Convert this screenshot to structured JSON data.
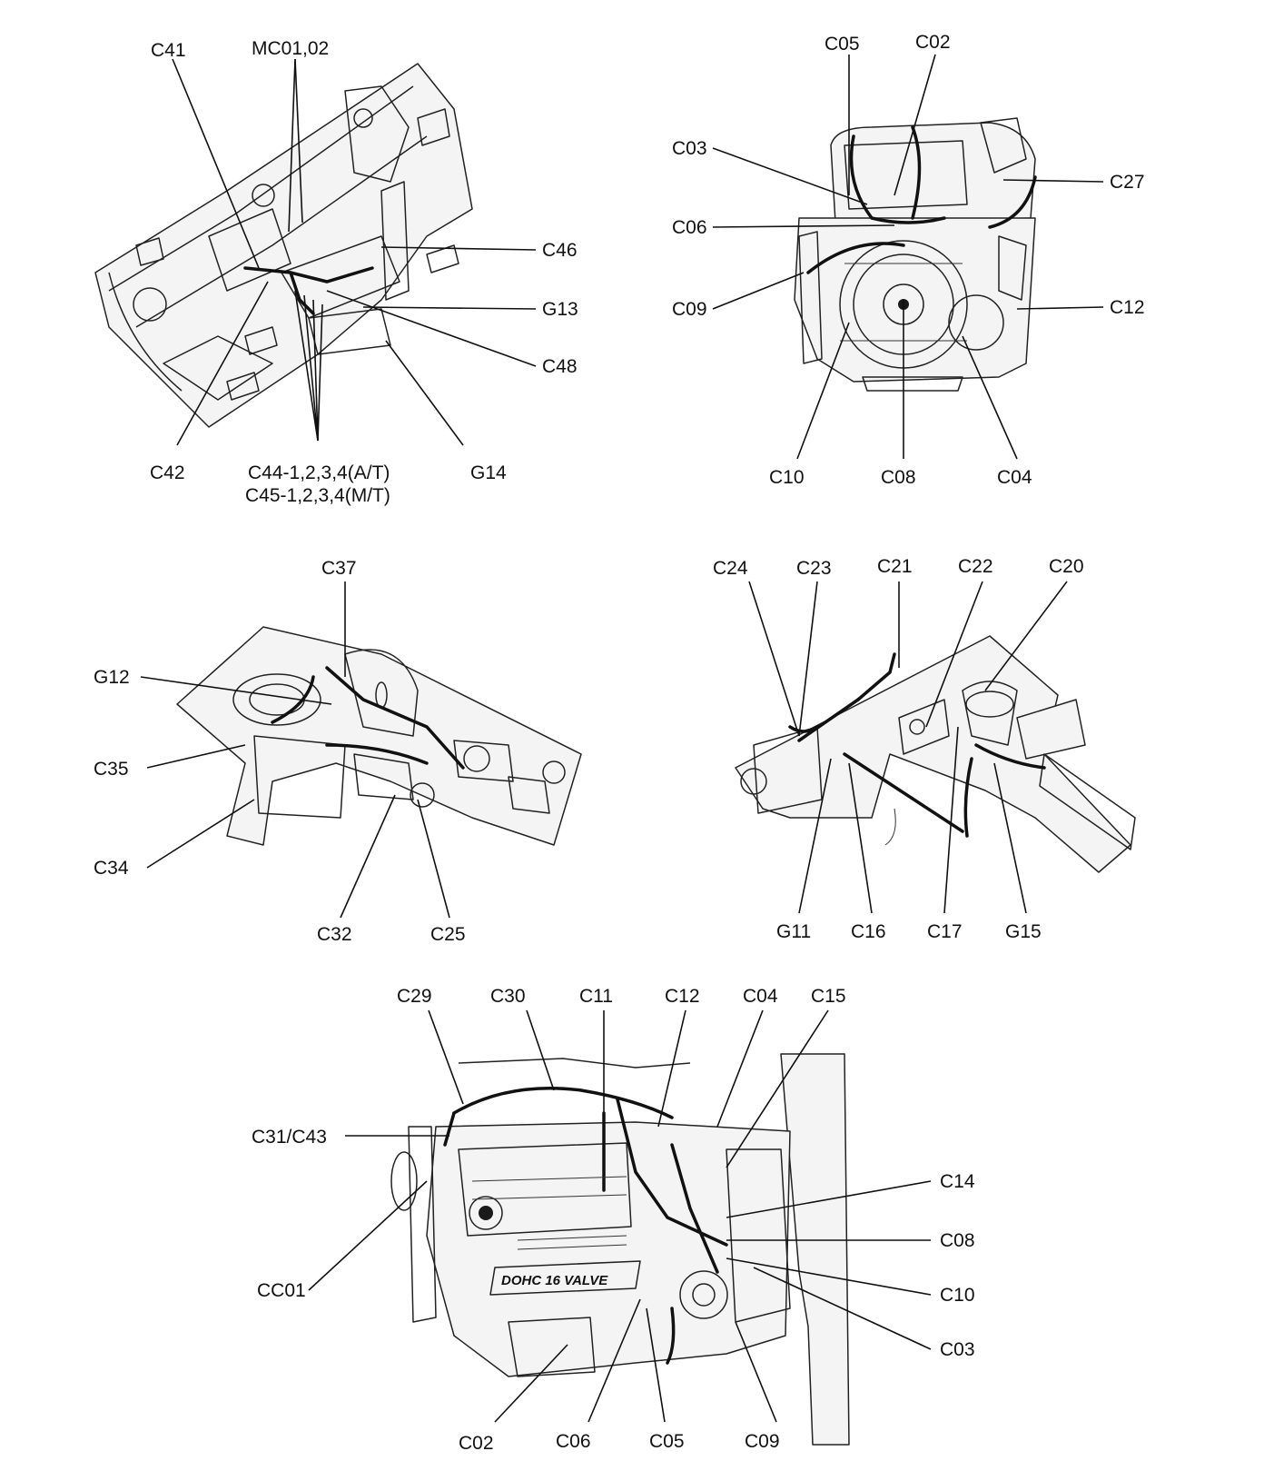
{
  "panels": {
    "dash": {
      "labels": [
        "C41",
        "MC01,02",
        "C46",
        "G13",
        "C48",
        "C42",
        "C44-1,2,3,4(A/T)",
        "C45-1,2,3,4(M/T)",
        "G14"
      ]
    },
    "engine_rear": {
      "labels": [
        "C05",
        "C02",
        "C03",
        "C27",
        "C06",
        "C09",
        "C12",
        "C10",
        "C08",
        "C04"
      ]
    },
    "left_strut": {
      "labels": [
        "C37",
        "G12",
        "C35",
        "C34",
        "C32",
        "C25"
      ]
    },
    "right_strut": {
      "labels": [
        "C24",
        "C23",
        "C21",
        "C22",
        "C20",
        "G11",
        "C16",
        "C17",
        "G15"
      ]
    },
    "engine_front": {
      "labels": [
        "C29",
        "C30",
        "C11",
        "C12",
        "C04",
        "C15",
        "C31/C43",
        "C14",
        "C08",
        "C10",
        "C03",
        "CC01",
        "C02",
        "C06",
        "C05",
        "C09"
      ],
      "engine_badge": "DOHC 16 VALVE"
    }
  }
}
